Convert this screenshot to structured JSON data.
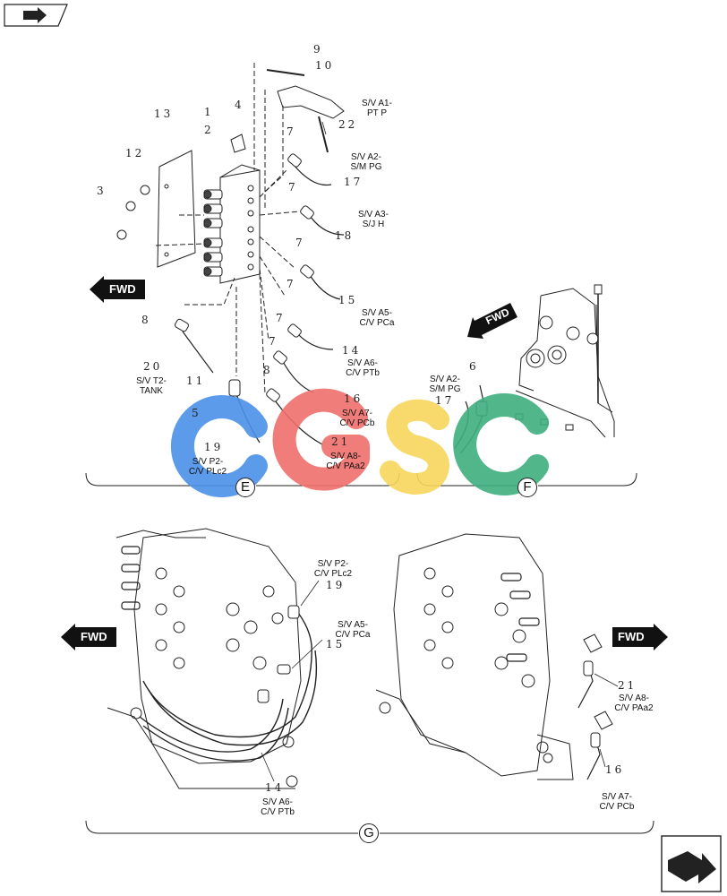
{
  "labels": {
    "sv_a1": "S/V A1-\nPT P",
    "sv_a2": "S/V A2-\nS/M PG",
    "sv_a3": "S/V A3-\nS/J H",
    "sv_a5": "S/V A5-\nC/V PCa",
    "sv_a6": "S/V A6-\nC/V PTb",
    "sv_a7": "S/V A7-\nC/V PCb",
    "sv_a8": "S/V A8-\nC/V PAa2",
    "sv_t2": "S/V T2-\nTANK",
    "sv_p2": "S/V P2-\nC/V PLc2",
    "sv_a2_f": "S/V A2-\nS/M PG",
    "g_sv_p2": "S/V P2-\nC/V PLc2",
    "g_sv_a5": "S/V A5-\nC/V PCa",
    "g_sv_a6": "S/V A6-\nC/V PTb",
    "g_sv_a8": "S/V A8-\nC/V PAa2",
    "g_sv_a7": "S/V A7-\nC/V PCb"
  },
  "callouts": {
    "c1": "1",
    "c2": "2",
    "c3": "3",
    "c4": "4",
    "c5": "5",
    "c6": "6",
    "c7a": "7",
    "c7b": "7",
    "c7c": "7",
    "c7d": "7",
    "c7e": "7",
    "c7f": "7",
    "c8a": "8",
    "c8b": "8",
    "c9": "9",
    "c10": "10",
    "c11": "11",
    "c12": "12",
    "c13": "13",
    "c14": "14",
    "c15": "15",
    "c16": "16",
    "c17": "17",
    "c17f": "17",
    "c18": "18",
    "c19": "19",
    "c20": "20",
    "c21": "21",
    "c22": "22",
    "g19": "19",
    "g15": "15",
    "g14": "14",
    "g21": "21",
    "g16": "16"
  },
  "fwd": {
    "label": "FWD"
  },
  "views": {
    "e": "E",
    "f": "F",
    "g": "G"
  },
  "watermark": {
    "text": "CGSC",
    "colors": [
      "#4a8fe8",
      "#ef6f6c",
      "#f6d55c",
      "#3fae7e"
    ]
  },
  "icons": {
    "top_left": "nav-arrow-icon",
    "bottom_right": "next-page-icon"
  }
}
